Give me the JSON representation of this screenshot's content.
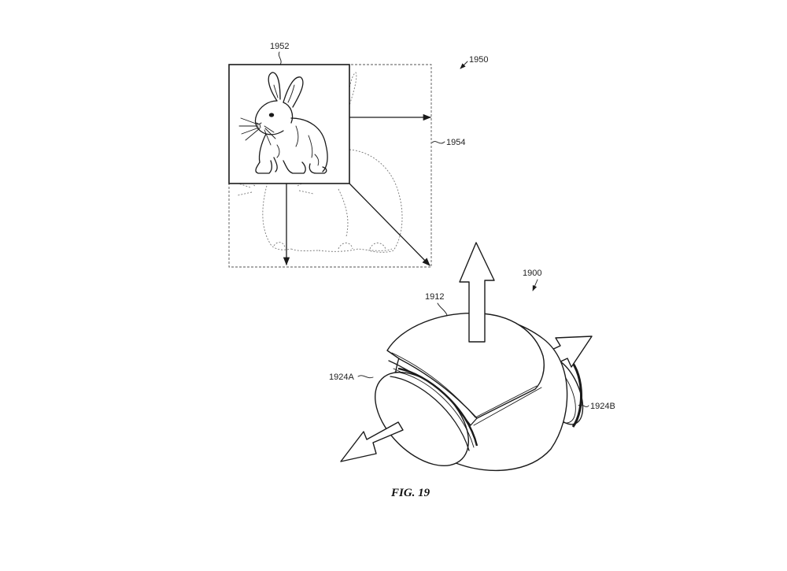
{
  "figure": {
    "caption": "FIG. 19",
    "labels": {
      "ref_1950": "1950",
      "ref_1952": "1952",
      "ref_1954": "1954",
      "ref_1900": "1900",
      "ref_1912": "1912",
      "ref_1924A": "1924A",
      "ref_1924B": "1924B"
    }
  }
}
